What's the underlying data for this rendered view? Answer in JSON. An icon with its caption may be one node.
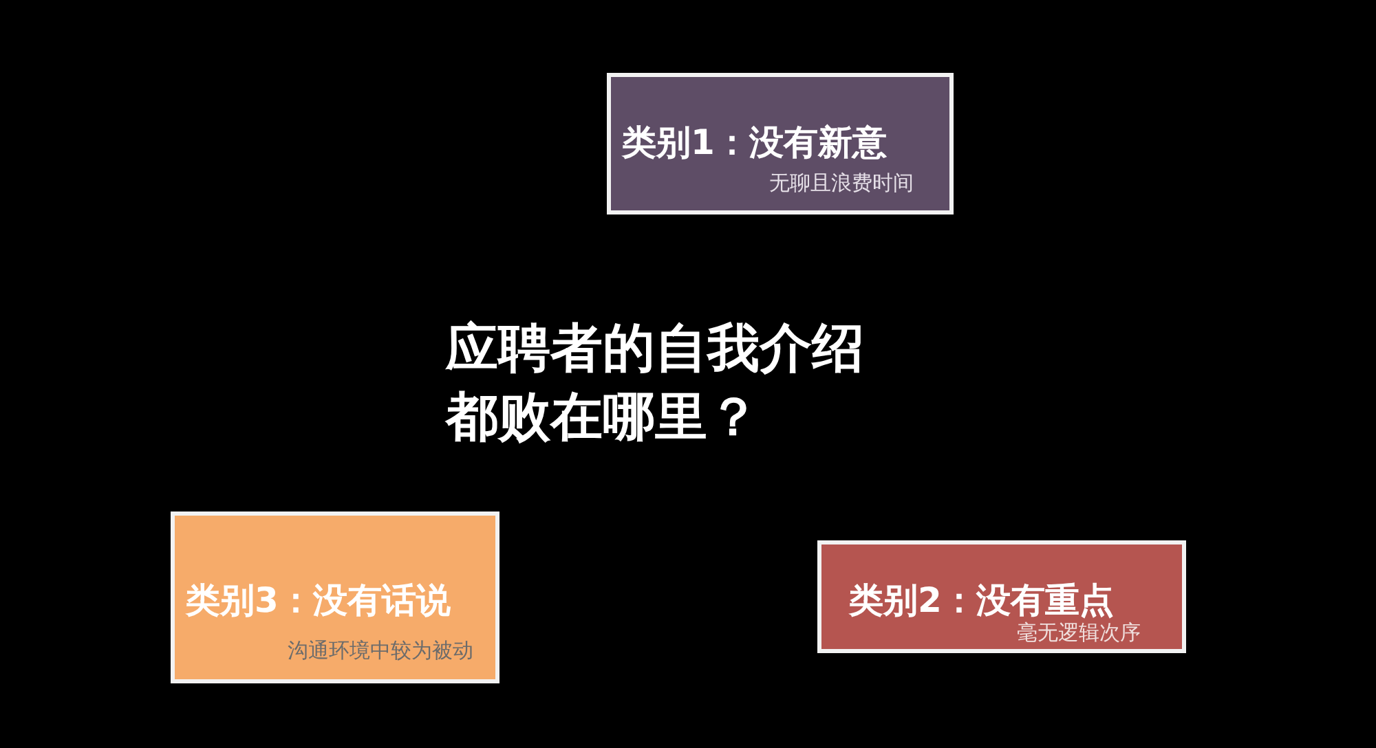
{
  "diagram": {
    "title": "应聘者的自我介绍都败在哪里？",
    "nodes": [
      {
        "text": [
          "类别1：没有新意",
          "无聊且浪费时间"
        ]
      },
      {
        "text": [
          "类别3：没有话说",
          "沟通环境中较为被动"
        ]
      },
      {
        "text": [
          "类别2：没有重点",
          "毫无逻辑次序"
        ]
      }
    ]
  }
}
